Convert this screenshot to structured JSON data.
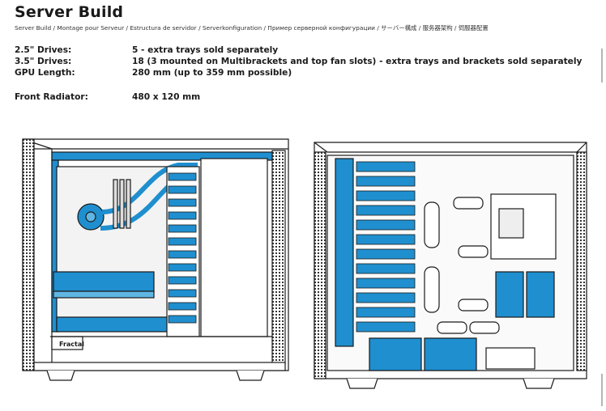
{
  "title": "Server Build",
  "subtitle": "Server Build / Montage pour Serveur / Estructura de servidor / Serverkonfiguration / Пример серверной конфигурации / サーバー構成 / 服务器架构 / 伺服器配置",
  "specs": [
    {
      "label": "2.5\" Drives:",
      "value": "5 - extra trays sold separately"
    },
    {
      "label": "3.5\" Drives:",
      "value": "18 (3 mounted on Multibrackets and top fan slots) - extra trays and brackets sold separately"
    },
    {
      "label": "GPU Length:",
      "value": "280 mm (up to 359 mm possible)"
    },
    {
      "label": "Front Radiator:",
      "value": "480 x 120 mm"
    }
  ],
  "figure": {
    "brand_badge": "Fractal",
    "colors": {
      "accent": "#1f8fcf",
      "accent_light": "#5fb6e3",
      "line": "#1a1a1a",
      "panel": "#ffffff"
    }
  }
}
